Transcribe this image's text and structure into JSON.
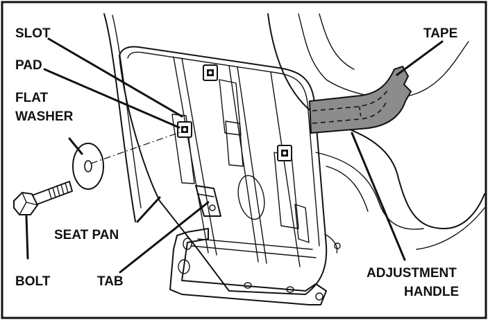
{
  "labels": {
    "slot": "SLOT",
    "pad": "PAD",
    "flat_washer_line1": "FLAT",
    "flat_washer_line2": "WASHER",
    "tape": "TAPE",
    "seat_pan": "SEAT PAN",
    "bolt": "BOLT",
    "tab": "TAB",
    "adjustment_handle_line1": "ADJUSTMENT",
    "adjustment_handle_line2": "HANDLE"
  },
  "colors": {
    "line": "#111111",
    "tape_fill": "#8c8c8c",
    "background": "#ffffff"
  }
}
